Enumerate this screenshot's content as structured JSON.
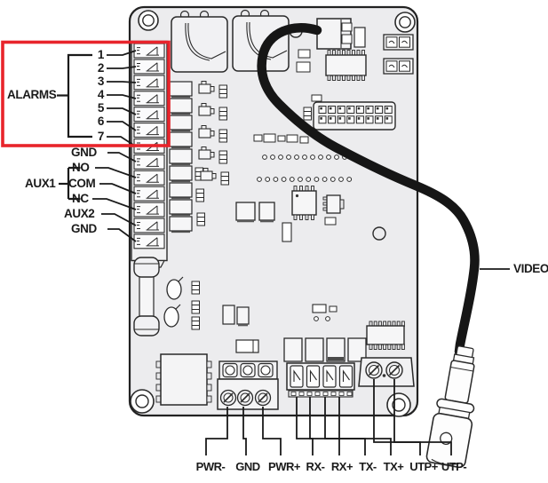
{
  "diagram": {
    "highlight_color": "#e8242b",
    "alarms_group": {
      "label": "ALARMS",
      "pins": [
        "1",
        "2",
        "3",
        "4",
        "5",
        "6",
        "7"
      ]
    },
    "gnd_top": "GND",
    "aux1_group": {
      "label": "AUX1",
      "pins": [
        "NO",
        "COM",
        "NC"
      ]
    },
    "aux2": "AUX2",
    "gnd_bottom": "GND",
    "video": "VIDEO",
    "bottom_terminals": [
      "PWR-",
      "GND",
      "PWR+",
      "RX-",
      "RX+",
      "TX-",
      "TX+",
      "UTP+",
      "UTP-"
    ]
  }
}
